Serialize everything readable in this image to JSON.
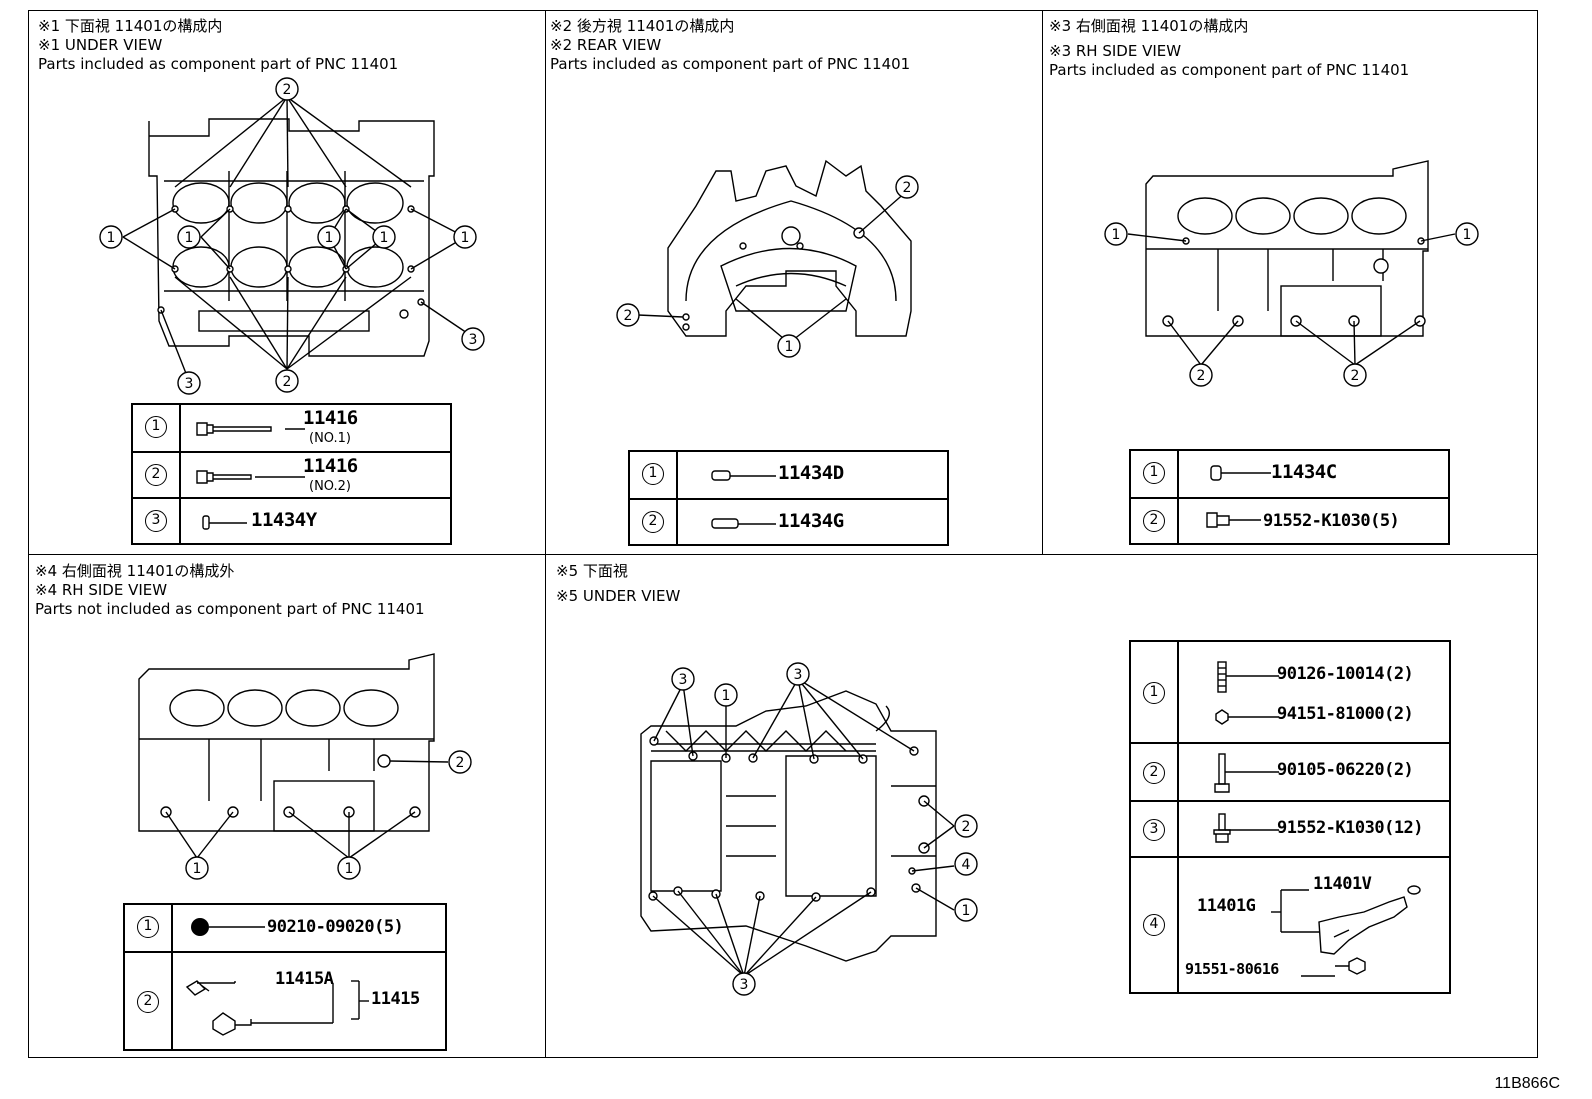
{
  "panel1": {
    "title_jp": "※1 下面視 11401の構成内",
    "title_en": "※1 UNDER VIEW",
    "subtitle": "Parts included as component part of PNC 11401",
    "callouts": [
      "1",
      "2",
      "3"
    ],
    "rows": [
      {
        "num": "1",
        "part": "11416",
        "note": "(NO.1)"
      },
      {
        "num": "2",
        "part": "11416",
        "note": "(NO.2)"
      },
      {
        "num": "3",
        "part": "11434Y",
        "note": ""
      }
    ]
  },
  "panel2": {
    "title_jp": "※2 後方視 11401の構成内",
    "title_en": "※2 REAR VIEW",
    "subtitle": "Parts included as component part of PNC 11401",
    "callouts": [
      "1",
      "2"
    ],
    "rows": [
      {
        "num": "1",
        "part": "11434D"
      },
      {
        "num": "2",
        "part": "11434G"
      }
    ]
  },
  "panel3": {
    "title_jp": "※3 右側面視 11401の構成内",
    "title_en": "※3 RH SIDE VIEW",
    "subtitle": "Parts included as component part of PNC 11401",
    "callouts": [
      "1",
      "2"
    ],
    "rows": [
      {
        "num": "1",
        "part": "11434C"
      },
      {
        "num": "2",
        "part": "91552-K1030(5)"
      }
    ]
  },
  "panel4": {
    "title_jp": "※4 右側面視 11401の構成外",
    "title_en": "※4 RH SIDE VIEW",
    "subtitle": "Parts not included as component part of PNC 11401",
    "callouts": [
      "1",
      "2"
    ],
    "rows": [
      {
        "num": "1",
        "part": "90210-09020(5)"
      },
      {
        "num": "2",
        "part_a": "11415A",
        "part_b": "11415"
      }
    ]
  },
  "panel5": {
    "title_jp": "※5 下面視",
    "title_en": "※5 UNDER VIEW",
    "callouts": [
      "1",
      "2",
      "3",
      "4"
    ],
    "rows": [
      {
        "num": "1",
        "part_a": "90126-10014(2)",
        "part_b": "94151-81000(2)"
      },
      {
        "num": "2",
        "part": "90105-06220(2)"
      },
      {
        "num": "3",
        "part": "91552-K1030(12)"
      },
      {
        "num": "4",
        "part_a": "11401V",
        "part_b": "11401G",
        "part_c": "91551-80616"
      }
    ]
  },
  "diagram_code": "11B866C"
}
